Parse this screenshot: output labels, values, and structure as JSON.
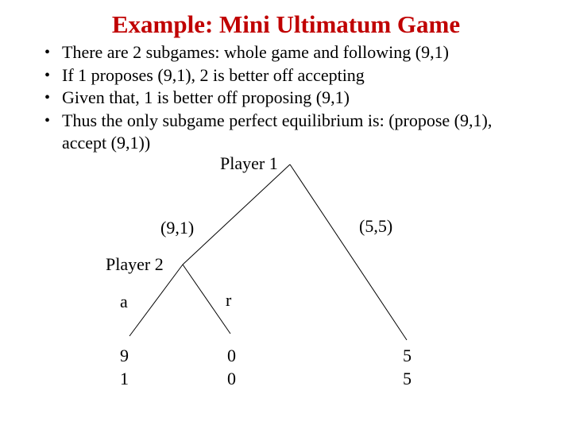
{
  "slide": {
    "title": "Example: Mini Ultimatum Game",
    "title_color": "#c00000",
    "bullets": [
      "There are 2 subgames: whole game and following (9,1)",
      "If 1 proposes (9,1), 2 is better off accepting",
      "Given that, 1 is better off proposing (9,1)",
      "Thus the only subgame perfect equilibrium is: (propose (9,1), accept (9,1))"
    ]
  },
  "tree": {
    "line_color": "#000000",
    "root_label": "Player 1",
    "node2_label": "Player 2",
    "branch_labels": {
      "left": "(9,1)",
      "right": "(5,5)",
      "accept": "a",
      "reject": "r"
    },
    "payoffs": {
      "accept": {
        "p1": "9",
        "p2": "1"
      },
      "reject": {
        "p1": "0",
        "p2": "0"
      },
      "right": {
        "p1": "5",
        "p2": "5"
      }
    }
  }
}
